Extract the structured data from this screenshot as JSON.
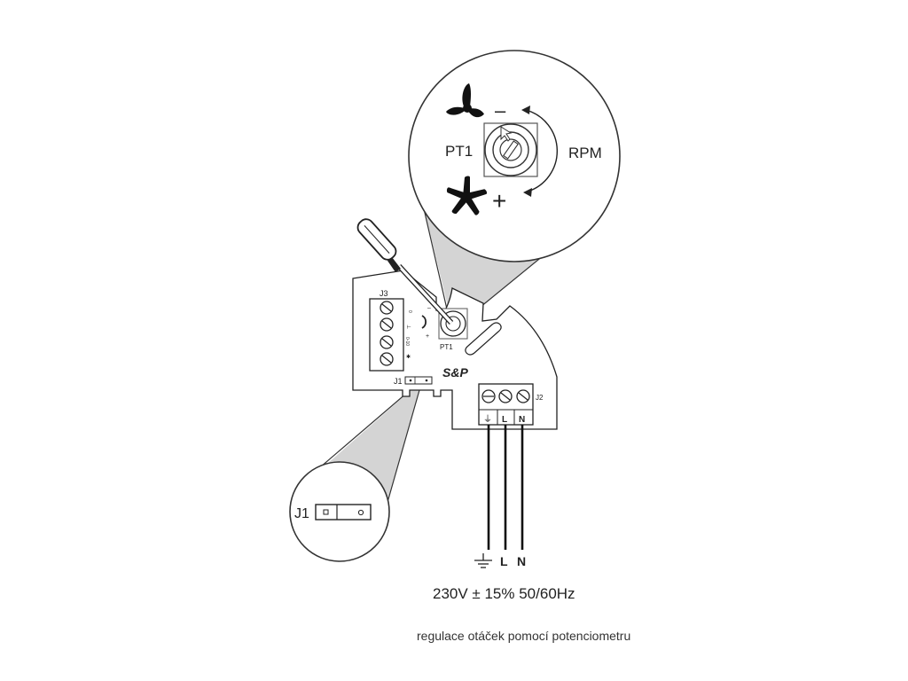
{
  "zoom_top": {
    "pot_label": "PT1",
    "rpm_label": "RPM",
    "minus_sign": "–",
    "plus_sign": "+",
    "low_speed_icon": "fan-3-blade-icon",
    "high_speed_icon": "fan-5-blade-icon"
  },
  "board": {
    "j3_label": "J3",
    "j1_label": "J1",
    "j2_label": "J2",
    "pt1_label": "PT1",
    "logo_text": "S&P",
    "j3_pins": [
      "0",
      "⊥",
      "0-10",
      "✱"
    ],
    "j2_terminals": [
      "⏚",
      "L",
      "N"
    ]
  },
  "zoom_bottom": {
    "j1_label": "J1"
  },
  "wires": {
    "ground_symbol": "earth-ground-icon",
    "l_label": "L",
    "n_label": "N"
  },
  "supply_text": "230V ± 15% 50/60Hz",
  "footnote_text": "regulace otáček pomocí potenciometru"
}
